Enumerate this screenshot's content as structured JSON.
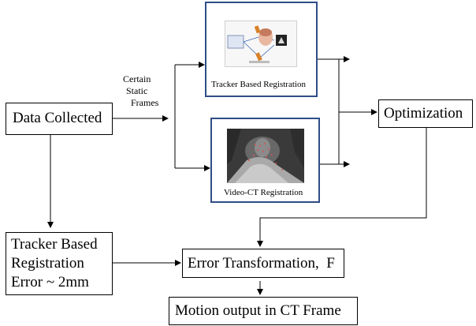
{
  "diagram": {
    "data_collected": "Data Collected",
    "static_frames": [
      "Certain",
      "Static",
      "Frames"
    ],
    "tracker_registration": "Tracker Based Registration",
    "video_ct_registration": "Video-CT Registration",
    "optimization": "Optimization",
    "tracker_error": [
      "Tracker Based",
      "Registration",
      "Error ~ 2mm"
    ],
    "error_transformation": "Error Transformation,  F",
    "motion_output": "Motion output in CT Frame"
  },
  "colors": {
    "panel_border": "#2f4d87",
    "line": "#000000"
  }
}
